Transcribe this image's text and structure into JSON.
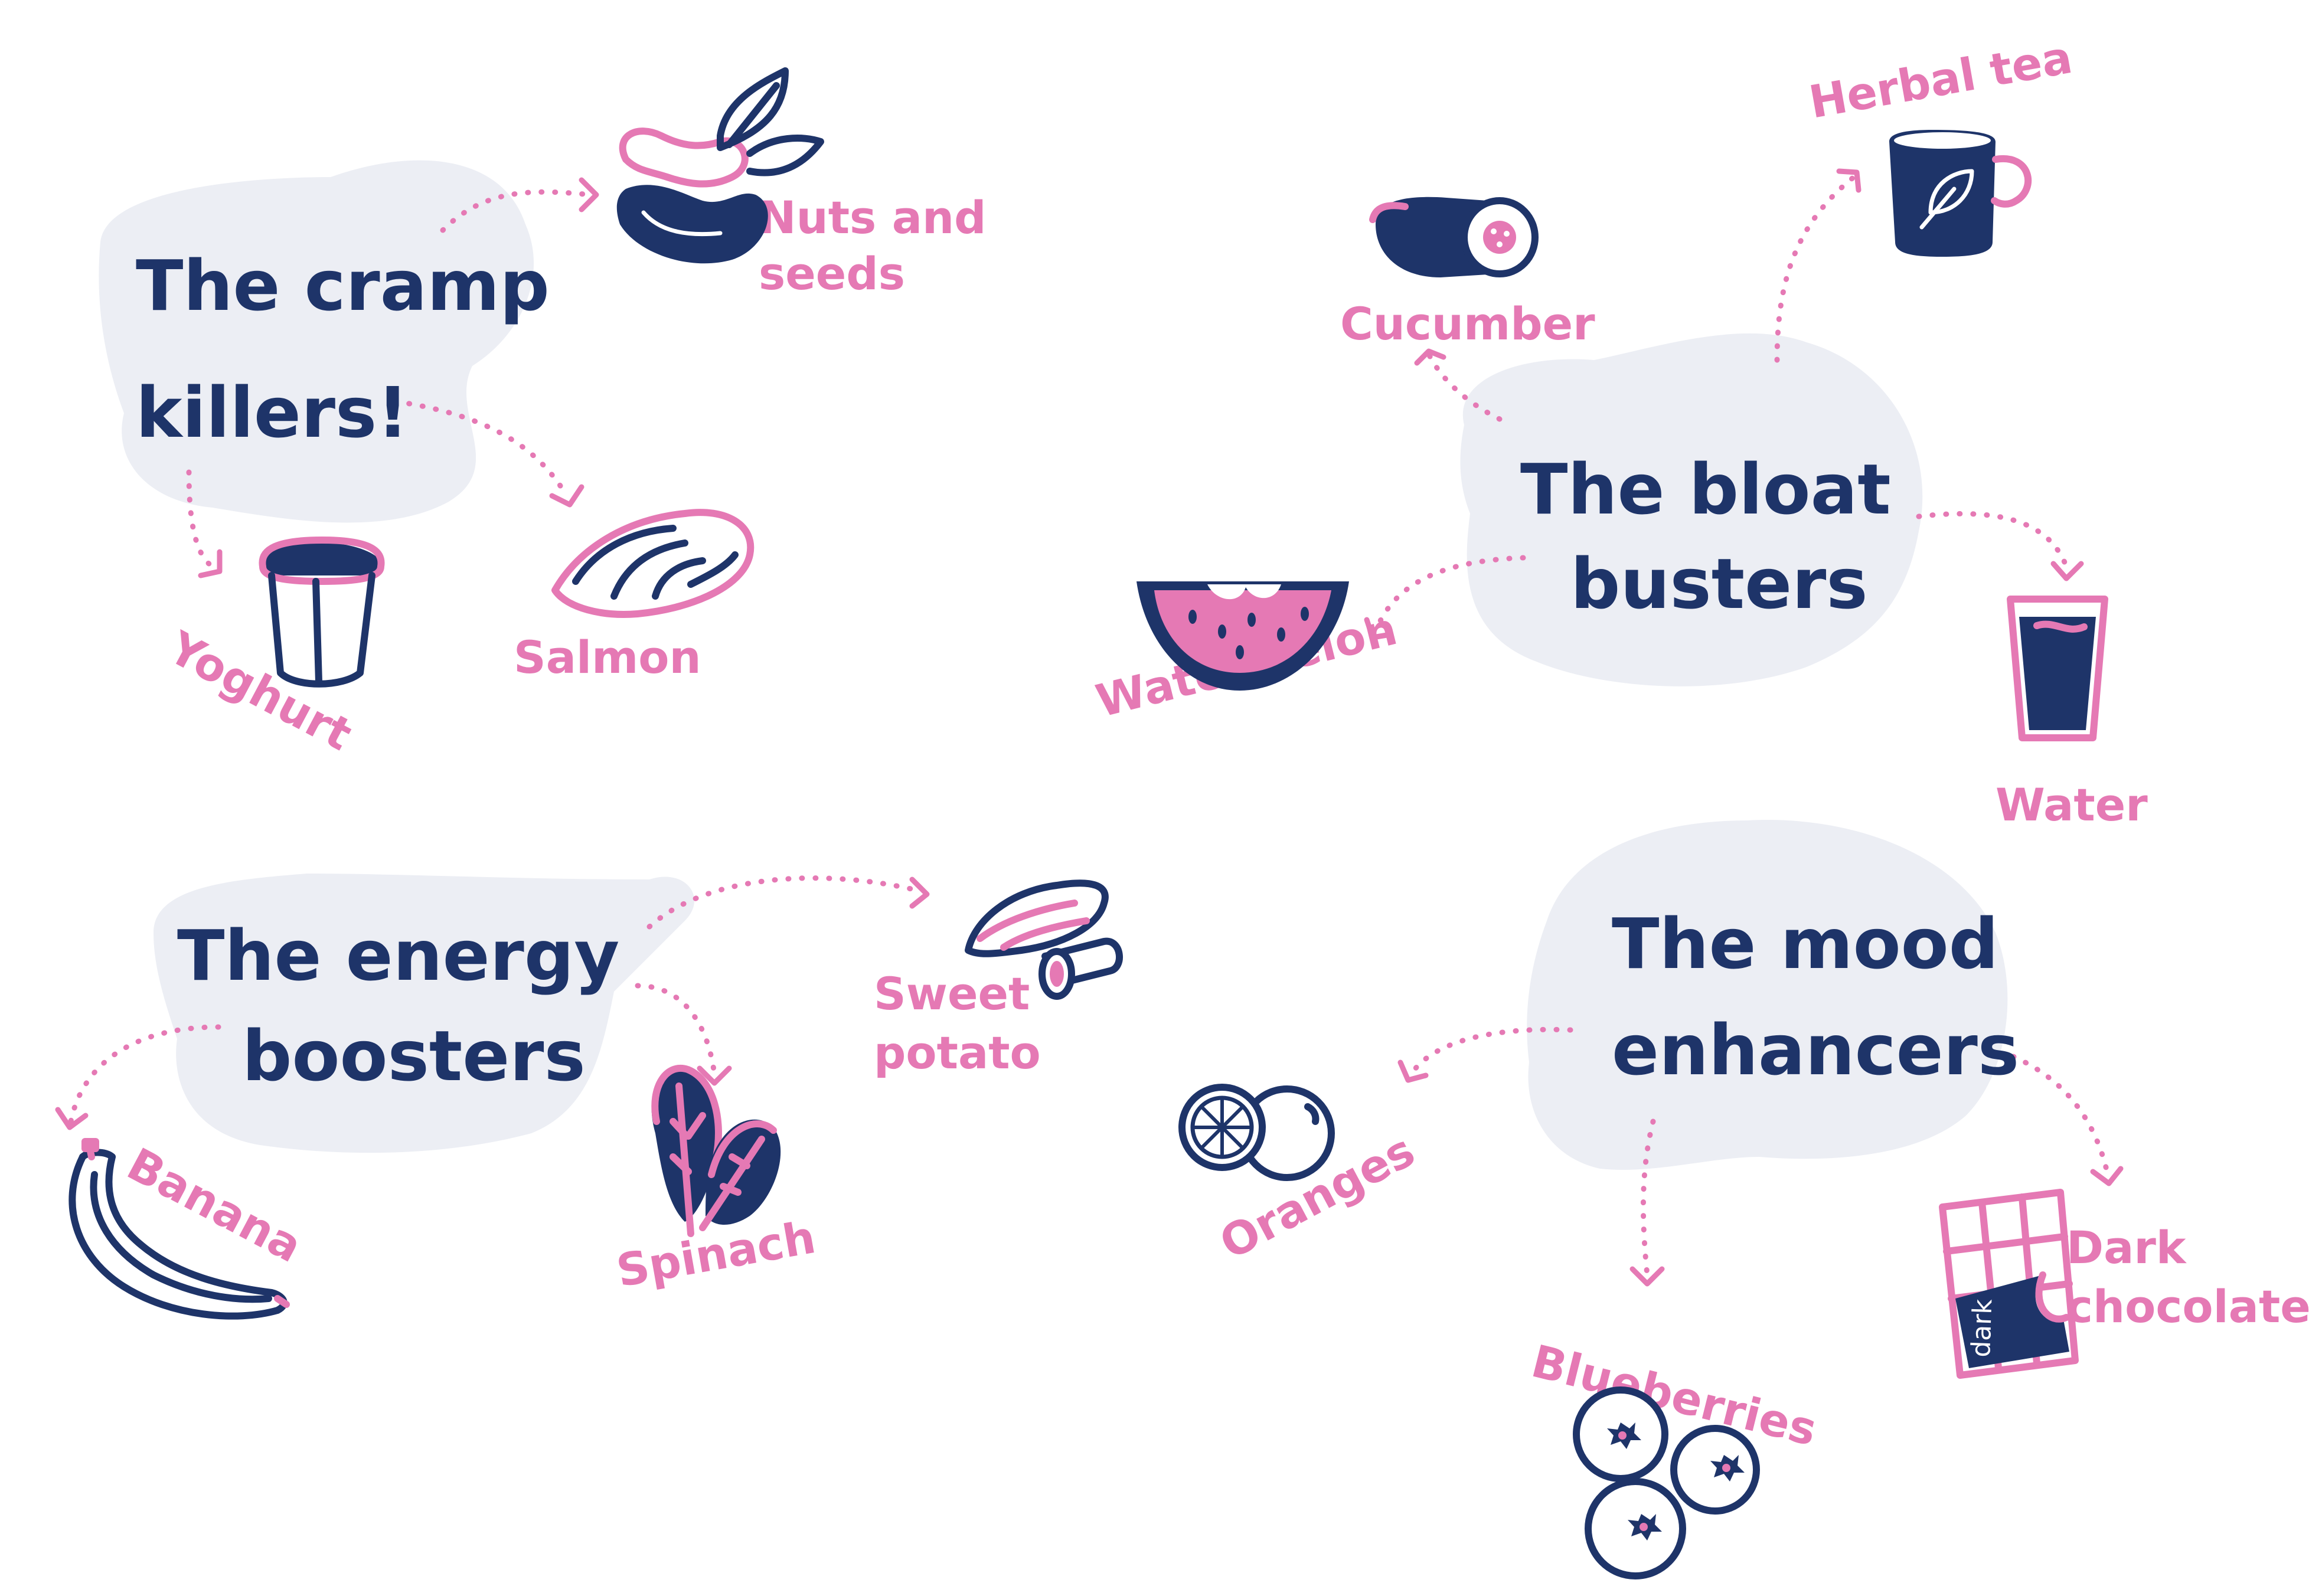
{
  "groups": {
    "cramp": {
      "title_lines": [
        "The cramp",
        "killers!"
      ],
      "items": [
        "Nuts and seeds",
        "Yoghurt",
        "Salmon"
      ],
      "nuts_lines": [
        "Nuts and",
        "seeds"
      ]
    },
    "bloat": {
      "title_lines": [
        "The bloat",
        "busters"
      ],
      "items": [
        "Cucumber",
        "Herbal tea",
        "Watermelon",
        "Water"
      ]
    },
    "energy": {
      "title_lines": [
        "The energy",
        "boosters"
      ],
      "items": [
        "Banana",
        "Spinach",
        "Sweet potato"
      ],
      "sweet_lines": [
        "Sweet",
        "potato"
      ]
    },
    "mood": {
      "title_lines": [
        "The mood",
        "enhancers"
      ],
      "items": [
        "Oranges",
        "Blueberries",
        "Dark chocolate"
      ],
      "dark_lines": [
        "Dark",
        "chocolate"
      ]
    }
  },
  "chocolate_wrapper_text": "dark",
  "colors": {
    "navy": "#1e3469",
    "pink": "#e579b4",
    "blob": "#eceef4",
    "background": "#ffffff"
  },
  "icons": [
    "nuts-seeds-icon",
    "yoghurt-icon",
    "salmon-icon",
    "cucumber-icon",
    "herbal-tea-icon",
    "watermelon-icon",
    "water-glass-icon",
    "banana-icon",
    "spinach-icon",
    "sweet-potato-icon",
    "orange-icon",
    "blueberries-icon",
    "dark-chocolate-icon"
  ]
}
